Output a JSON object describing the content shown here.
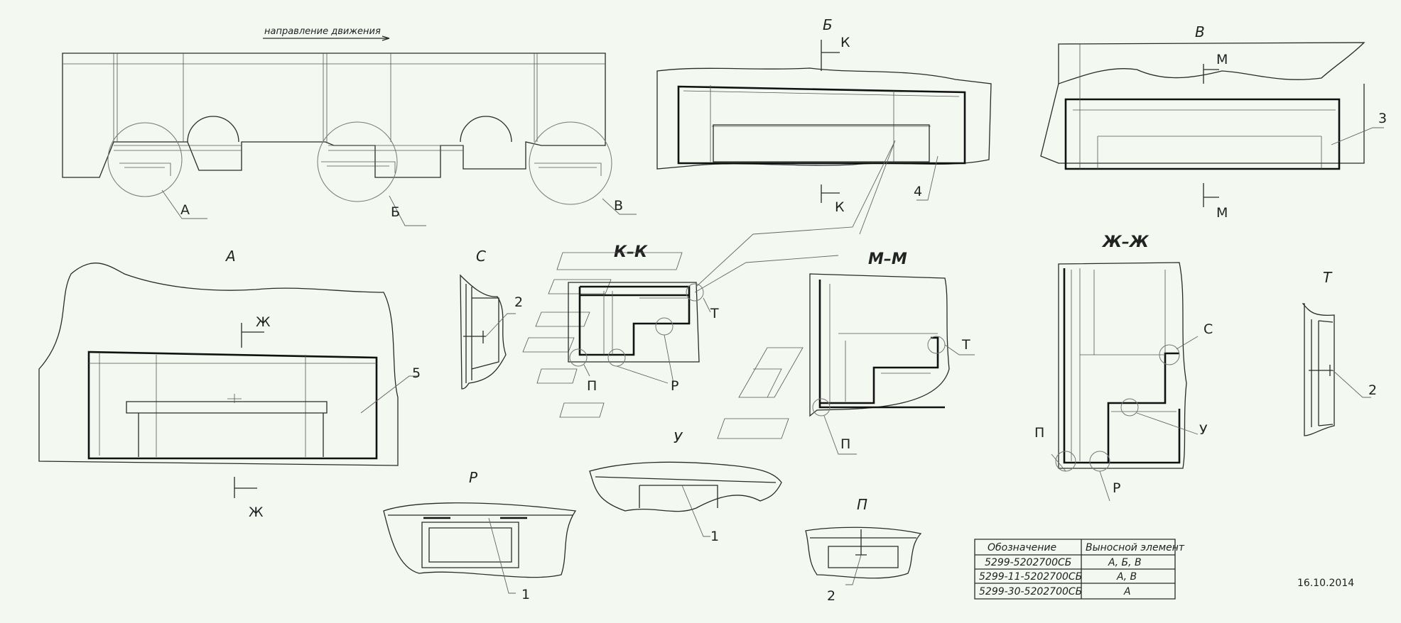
{
  "motion_label": "направление движения",
  "views": {
    "A": "А",
    "B": "Б",
    "V": "В",
    "C": "С",
    "T": "Т",
    "KK": "К–К",
    "MM": "М–М",
    "ZhZh": "Ж–Ж",
    "U": "У",
    "R": "Р",
    "P": "П"
  },
  "marks": {
    "K": "К",
    "M": "М",
    "Zh": "Ж",
    "T": "Т",
    "P": "П",
    "R": "Р",
    "C": "С",
    "U": "У"
  },
  "callouts": {
    "n1": "1",
    "n2": "2",
    "n3": "3",
    "n4": "4",
    "n5": "5"
  },
  "table": {
    "headers": [
      "Обозначение",
      "Выносной элемент"
    ],
    "rows": [
      [
        "5299-5202700СБ",
        "А, Б, В"
      ],
      [
        "5299-11-5202700СБ",
        "А, В"
      ],
      [
        "5299-30-5202700СБ",
        "А"
      ]
    ]
  },
  "date": "16.10.2014"
}
